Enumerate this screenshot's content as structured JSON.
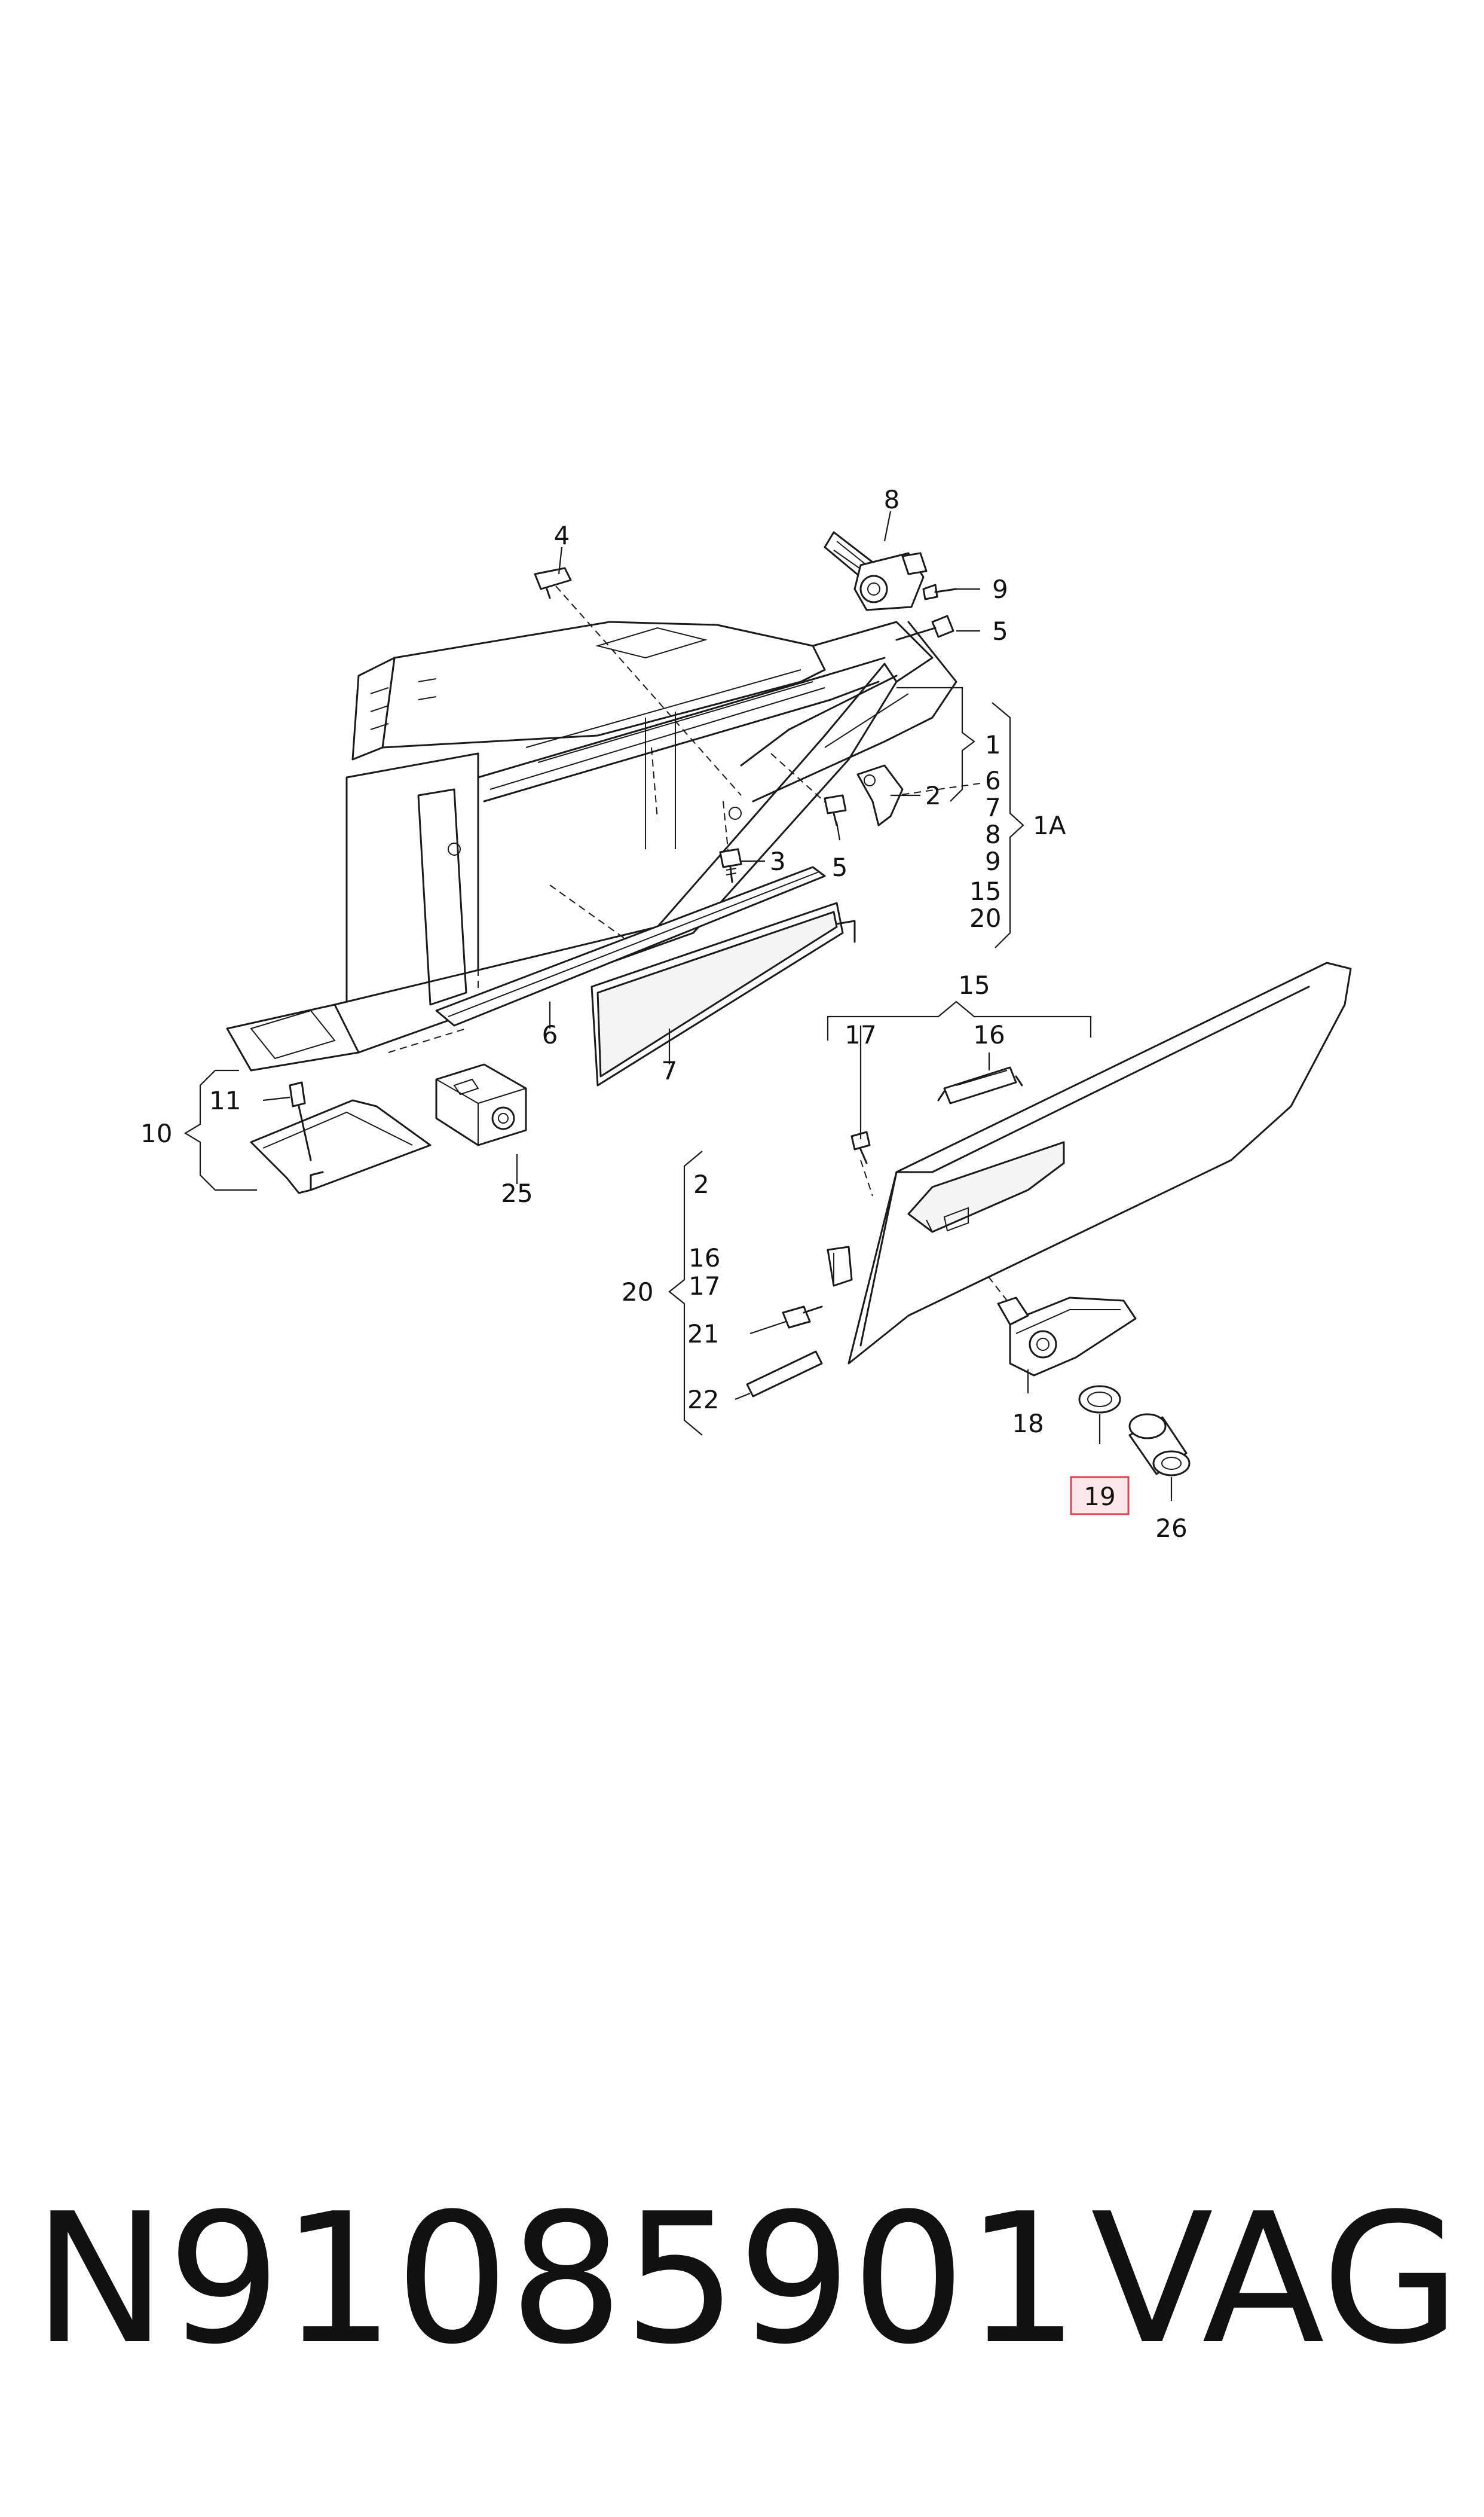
{
  "callouts": {
    "c1": "1",
    "c1A": "1A",
    "c2a": "2",
    "c2b": "2",
    "c3": "3",
    "c4": "4",
    "c5a": "5",
    "c5b": "5",
    "c6a": "6",
    "c6b": "6",
    "c7a": "7",
    "c7b": "7",
    "c8a": "8",
    "c8b": "8",
    "c9a": "9",
    "c9b": "9",
    "c10": "10",
    "c11": "11",
    "c15a": "15",
    "c15b": "15",
    "c16a": "16",
    "c16b": "16",
    "c17a": "17",
    "c17b": "17",
    "c18": "18",
    "c19": "19",
    "c20a": "20",
    "c20b": "20",
    "c21": "21",
    "c22": "22",
    "c25": "25",
    "c26": "26"
  },
  "highlighted_part": "19",
  "colors": {
    "highlight_fill": "#fde7ea",
    "highlight_border": "#d9434f",
    "line": "#1a1a1a"
  },
  "footer": {
    "part_number": "N91085901",
    "brand": "VAG"
  }
}
